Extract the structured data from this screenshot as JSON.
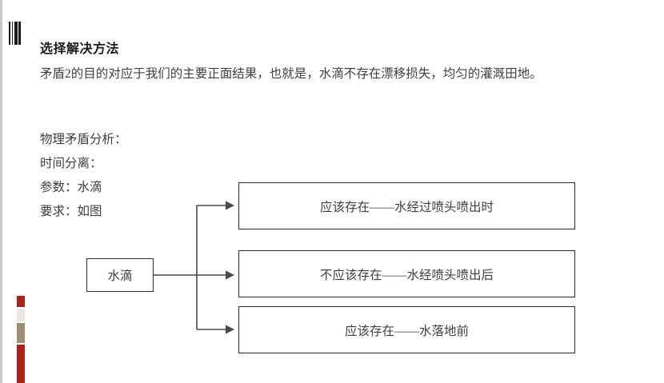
{
  "document": {
    "title": "选择解决方法",
    "paragraph": "矛盾2的目的对应于我们的主要正面结果，也就是，水滴不存在漂移损失，均匀的灌溉田地。",
    "analysis_lines": [
      "物理矛盾分析：",
      "时间分离：",
      "参数：水滴",
      "要求：如图"
    ]
  },
  "flowchart": {
    "source_node": "水滴",
    "branches": [
      "应该存在——水经过喷头喷出时",
      "不应该存在——水经喷头喷出后",
      "应该存在——水落地前"
    ]
  },
  "decoration": {
    "page_edge_color": "#c9c9d2",
    "bar_mark_color": "#1a1a1a",
    "chips": [
      {
        "name": "red-small",
        "color": "#ad2118"
      },
      {
        "name": "cream",
        "color": "#ebe7df"
      },
      {
        "name": "khaki",
        "color": "#9c9070"
      },
      {
        "name": "red-long",
        "color": "#ad2118"
      }
    ]
  }
}
